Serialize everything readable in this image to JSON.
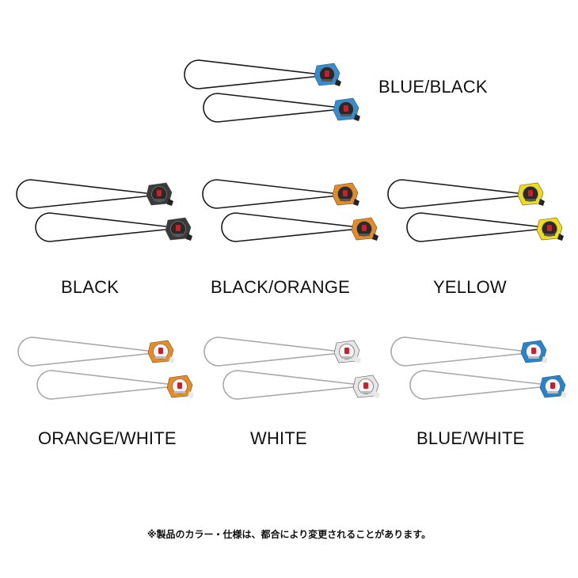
{
  "variants": [
    {
      "label": "BLUE/BLACK",
      "cord": "#1a1a1a",
      "body": "#2d8fd8",
      "center": "#2a2a2a"
    },
    {
      "label": "BLACK",
      "cord": "#1a1a1a",
      "body": "#3a3a3a",
      "center": "#2a2a2a"
    },
    {
      "label": "BLACK/ORANGE",
      "cord": "#1a1a1a",
      "body": "#e98a1c",
      "center": "#2a2a2a"
    },
    {
      "label": "YELLOW",
      "cord": "#1a1a1a",
      "body": "#f2dc12",
      "center": "#2a2a2a"
    },
    {
      "label": "ORANGE/WHITE",
      "cord": "#a8a8a8",
      "body": "#ef8a18",
      "center": "#f4f4f4"
    },
    {
      "label": "WHITE",
      "cord": "#a8a8a8",
      "body": "#e6e6e6",
      "center": "#f4f4f4"
    },
    {
      "label": "BLUE/WHITE",
      "cord": "#a8a8a8",
      "body": "#1f86d6",
      "center": "#f4f4f4"
    }
  ],
  "note": "※製品のカラー・仕様は、都合により変更されることがあります。"
}
